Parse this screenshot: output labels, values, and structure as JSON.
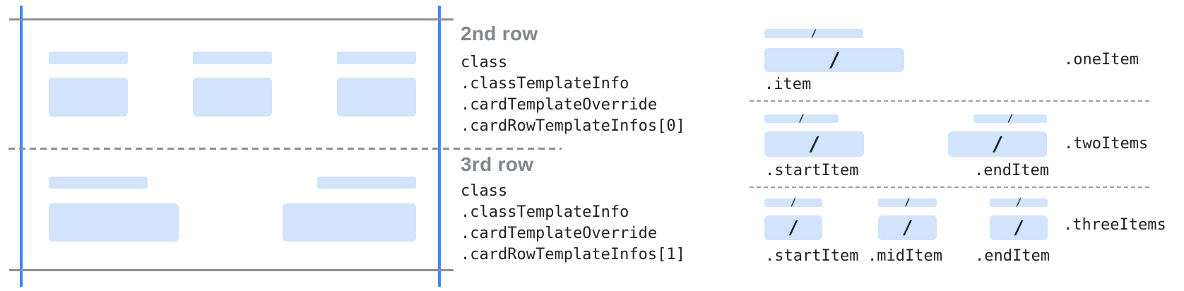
{
  "colors": {
    "bar_fill": "#d2e3fc",
    "edge_blue": "#4285f4",
    "line_gray": "#8d9195",
    "dotted_gray": "#9aa0a6",
    "heading_gray": "#80868b",
    "code_dark": "#202124"
  },
  "annotations": {
    "second": {
      "title": "2nd row",
      "lines": [
        "class",
        ".classTemplateInfo",
        ".cardTemplateOverride",
        ".cardRowTemplateInfos[0]"
      ]
    },
    "third": {
      "title": "3rd row",
      "lines": [
        "class",
        ".classTemplateInfo",
        ".cardTemplateOverride",
        ".cardRowTemplateInfos[1]"
      ]
    }
  },
  "layouts": {
    "slash": "/",
    "one": {
      "side_label": ".oneItem",
      "captions": {
        "item": ".item"
      }
    },
    "two": {
      "side_label": ".twoItems",
      "captions": {
        "start": ".startItem",
        "end": ".endItem"
      }
    },
    "three": {
      "side_label": ".threeItems",
      "captions": {
        "start": ".startItem",
        "mid": ".midItem",
        "end": ".endItem"
      }
    }
  }
}
